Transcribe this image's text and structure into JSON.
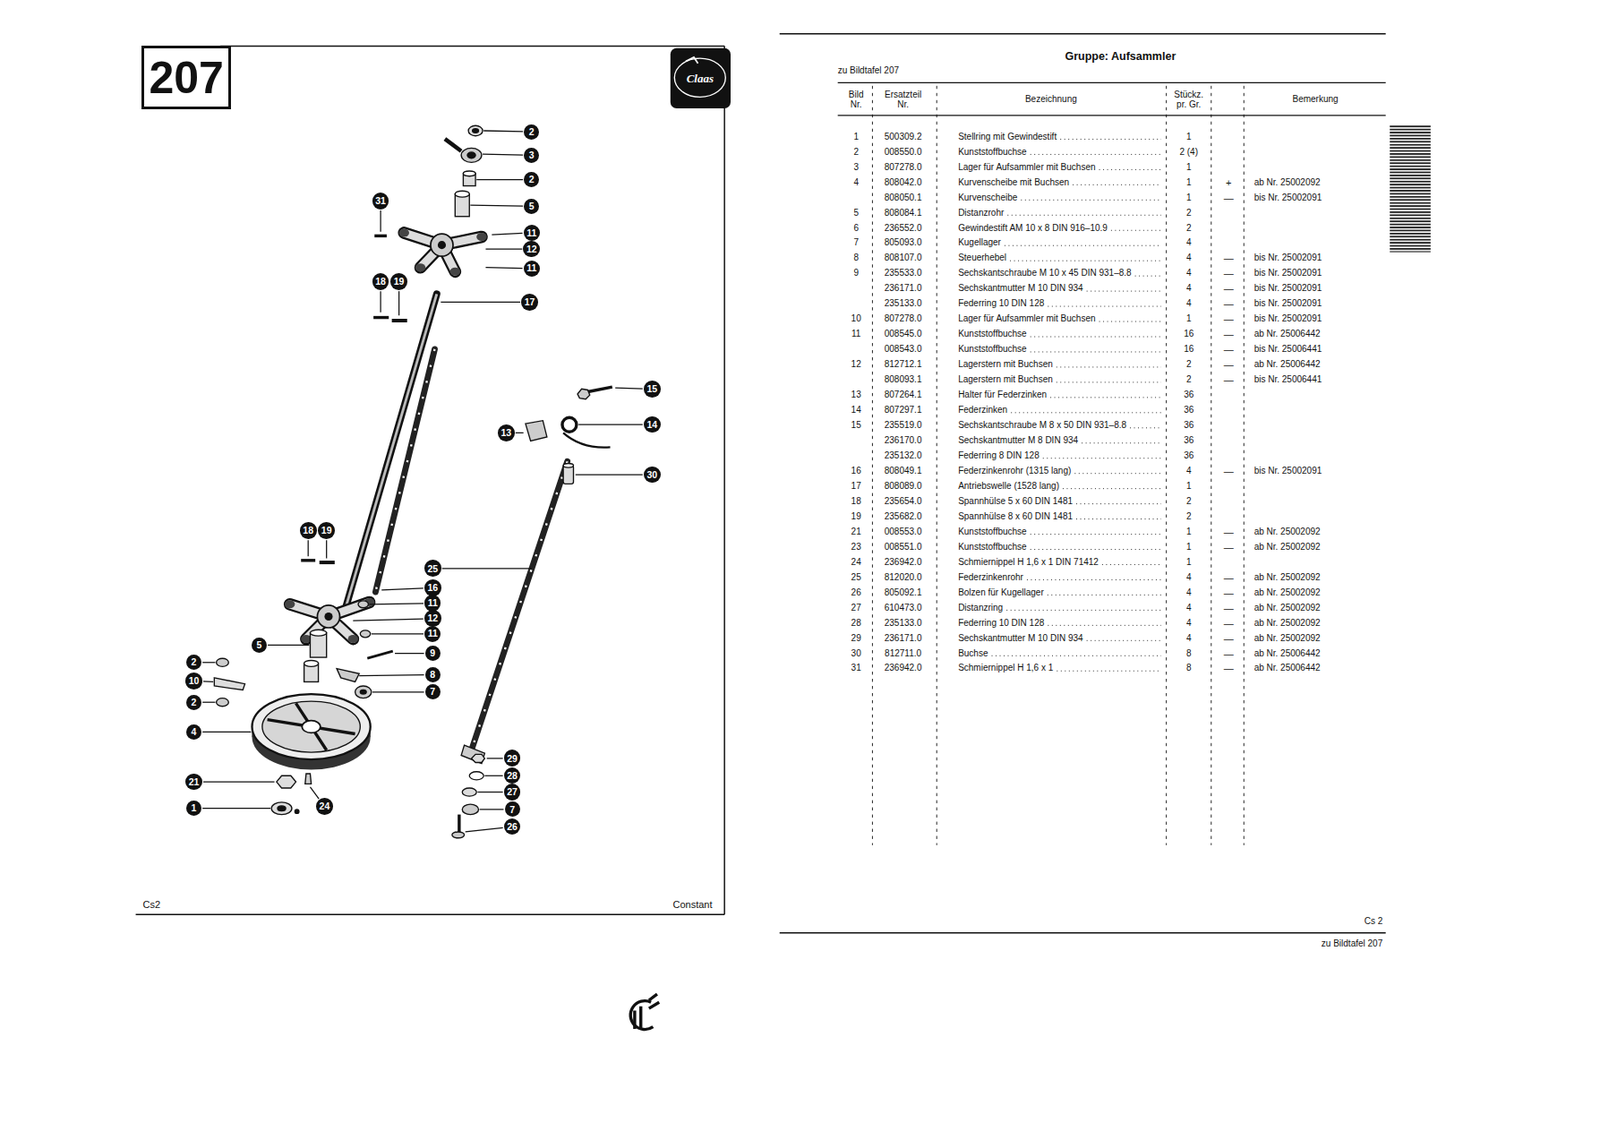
{
  "diagram": {
    "title": "Gruppe: Aufsammler",
    "nodes": [
      {
        "text": [
          "207"
        ]
      },
      {
        "text": [
          "2"
        ]
      },
      {
        "text": [
          "3"
        ]
      },
      {
        "text": [
          "2"
        ]
      },
      {
        "text": [
          "5"
        ]
      },
      {
        "text": [
          "11"
        ]
      },
      {
        "text": [
          "12"
        ]
      },
      {
        "text": [
          "11"
        ]
      },
      {
        "text": [
          "31"
        ]
      },
      {
        "text": [
          "18"
        ]
      },
      {
        "text": [
          "19"
        ]
      },
      {
        "text": [
          "17"
        ]
      },
      {
        "text": [
          "15"
        ]
      },
      {
        "text": [
          "14"
        ]
      },
      {
        "text": [
          "13"
        ]
      },
      {
        "text": [
          "30"
        ]
      },
      {
        "text": [
          "18"
        ]
      },
      {
        "text": [
          "19"
        ]
      },
      {
        "text": [
          "25"
        ]
      },
      {
        "text": [
          "16"
        ]
      },
      {
        "text": [
          "11"
        ]
      },
      {
        "text": [
          "12"
        ]
      },
      {
        "text": [
          "11"
        ]
      },
      {
        "text": [
          "9"
        ]
      },
      {
        "text": [
          "8"
        ]
      },
      {
        "text": [
          "7"
        ]
      },
      {
        "text": [
          "5"
        ]
      },
      {
        "text": [
          "2"
        ]
      },
      {
        "text": [
          "10"
        ]
      },
      {
        "text": [
          "2"
        ]
      },
      {
        "text": [
          "4"
        ]
      },
      {
        "text": [
          "21"
        ]
      },
      {
        "text": [
          "1"
        ]
      },
      {
        "text": [
          "24"
        ]
      },
      {
        "text": [
          "29"
        ]
      },
      {
        "text": [
          "28"
        ]
      },
      {
        "text": [
          "27"
        ]
      },
      {
        "text": [
          "7"
        ]
      },
      {
        "text": [
          "26"
        ]
      }
    ],
    "labels": [
      "zu Bildtafel 207",
      "Bild Nr.",
      "Ersatzteil Nr.",
      "Bezeichnung",
      "Stückz. pr. Gr.",
      "Bemerkung",
      "1",
      "500309.2",
      "Stellring mit Gewindestift",
      "1",
      "2",
      "008550.0",
      "Kunststoffbuchse",
      "2 (4)",
      "3",
      "807278.0",
      "Lager für Aufsammler mit Buchsen",
      "1",
      "4",
      "808042.0",
      "Kurvenscheibe mit Buchsen",
      "1",
      "+",
      "ab Nr. 25002092",
      "808050.1",
      "Kurvenscheibe",
      "1",
      "—",
      "bis Nr. 25002091",
      "5",
      "808084.1",
      "Distanzrohr",
      "2",
      "6",
      "236552.0",
      "Gewindestift AM 10 x 8 DIN 916–10.9",
      "2",
      "7",
      "805093.0",
      "Kugellager",
      "4",
      "8",
      "808107.0",
      "Steuerhebel",
      "4",
      "—",
      "bis Nr. 25002091",
      "9",
      "235533.0",
      "Sechskantschraube M 10 x 45 DIN 931–8.8",
      "4",
      "—",
      "bis Nr. 25002091",
      "236171.0",
      "Sechskantmutter M 10 DIN 934",
      "4",
      "—",
      "bis Nr. 25002091",
      "235133.0",
      "Federring 10 DIN 128",
      "4",
      "—",
      "bis Nr. 25002091",
      "10",
      "807278.0",
      "Lager für Aufsammler mit Buchsen",
      "1",
      "—",
      "bis Nr. 25002091",
      "11",
      "008545.0",
      "Kunststoffbuchse",
      "16",
      "—",
      "ab Nr. 25006442",
      "008543.0",
      "Kunststoffbuchse",
      "16",
      "—",
      "bis Nr. 25006441",
      "12",
      "812712.1",
      "Lagerstern mit Buchsen",
      "2",
      "—",
      "ab Nr. 25006442",
      "808093.1",
      "Lagerstern mit Buchsen",
      "2",
      "—",
      "bis Nr. 25006441",
      "13",
      "807264.1",
      "Halter für Federzinken",
      "36",
      "14",
      "807297.1",
      "Federzinken",
      "36",
      "15",
      "235519.0",
      "Sechskantschraube M 8 x 50 DIN 931–8.8",
      "36",
      "236170.0",
      "Sechskantmutter M 8 DIN 934",
      "36",
      "235132.0",
      "Federring 8 DIN 128",
      "36",
      "16",
      "808049.1",
      "Federzinkenrohr (1315 lang)",
      "4",
      "—",
      "bis Nr. 25002091",
      "17",
      "808089.0",
      "Antriebswelle (1528 lang)",
      "1",
      "18",
      "235654.0",
      "Spannhülse 5 x 60 DIN 1481",
      "2",
      "19",
      "235682.0",
      "Spannhülse 8 x 60 DIN 1481",
      "2",
      "21",
      "008553.0",
      "Kunststoffbuchse",
      "1",
      "—",
      "ab Nr. 25002092",
      "23",
      "008551.0",
      "Kunststoffbuchse",
      "1",
      "—",
      "ab Nr. 25002092",
      "24",
      "236942.0",
      "Schmiernippel H 1,6 x 1 DIN 71412",
      "1",
      "25",
      "812020.0",
      "Federzinkenrohr",
      "4",
      "—",
      "ab Nr. 25002092",
      "26",
      "805092.1",
      "Bolzen für Kugellager",
      "4",
      "—",
      "ab Nr. 25002092",
      "27",
      "610473.0",
      "Distanzring",
      "4",
      "—",
      "ab Nr. 25002092",
      "28",
      "235133.0",
      "Federring 10 DIN 128",
      "4",
      "—",
      "ab Nr. 25002092",
      "29",
      "236171.0",
      "Sechskantmutter M 10 DIN 934",
      "4",
      "—",
      "ab Nr. 25002092",
      "30",
      "812711.0",
      "Buchse",
      "8",
      "—",
      "ab Nr. 25006442",
      "31",
      "236942.0",
      "Schmiernippel H 1,6 x 1",
      "8",
      "—",
      "ab Nr. 25006442",
      "Cs 2",
      "zu Bildtafel 207",
      "Cs2",
      "Constant",
      "Claas"
    ]
  }
}
